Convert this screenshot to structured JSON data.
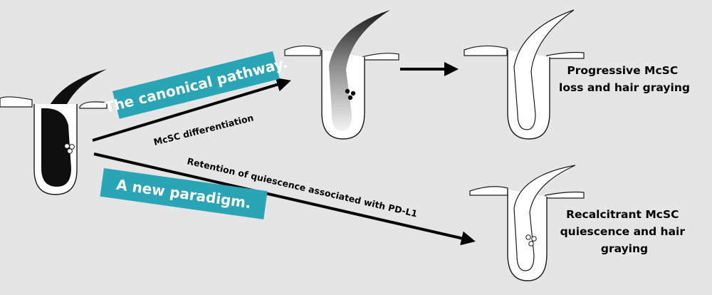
{
  "banners": {
    "canonical": "The canonical pathway.",
    "new": "A new paradigm."
  },
  "arrows": {
    "upper": "McSC differentiation",
    "lower": "Retention of quiescence associated with PD-L1"
  },
  "outcomes": {
    "progressive": [
      "Progressive McSC",
      "loss and hair graying"
    ],
    "recalcitrant": [
      "Recalcitrant McSC",
      "quiescence and hair",
      "graying"
    ]
  },
  "colors": {
    "background": "#e6e5e6",
    "banner": "#2aa5b5",
    "hair_dark": "#0f0f0f",
    "outline": "#1a1a1a",
    "skin": "#ffffff"
  }
}
